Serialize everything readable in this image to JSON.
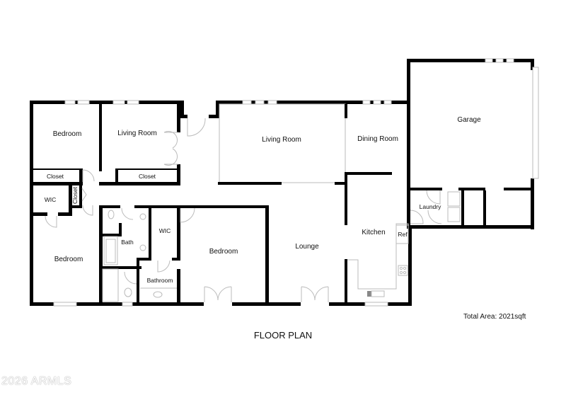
{
  "title": "FLOOR PLAN",
  "total_area": "Total Area: 2021sqft",
  "watermark": "2026 ARMLS",
  "rooms": {
    "bedroom_nw": "Bedroom",
    "living_room_west": "Living Room",
    "closet_1": "Closet",
    "closet_2": "Closet",
    "closet_vertical": "Closet",
    "wic_1": "WIC",
    "bedroom_sw": "Bedroom",
    "bath": "Bath",
    "wic_2": "WIC",
    "bathroom": "Bathroom",
    "bedroom_center": "Bedroom",
    "living_room_main": "Living Room",
    "dining_room": "Dining Room",
    "lounge": "Lounge",
    "kitchen": "Kitchen",
    "ref": "Ref",
    "garage": "Garage",
    "laundry": "Laundry"
  },
  "colors": {
    "wall": "#000000",
    "fixture": "#bbbbbb",
    "background": "#ffffff"
  }
}
